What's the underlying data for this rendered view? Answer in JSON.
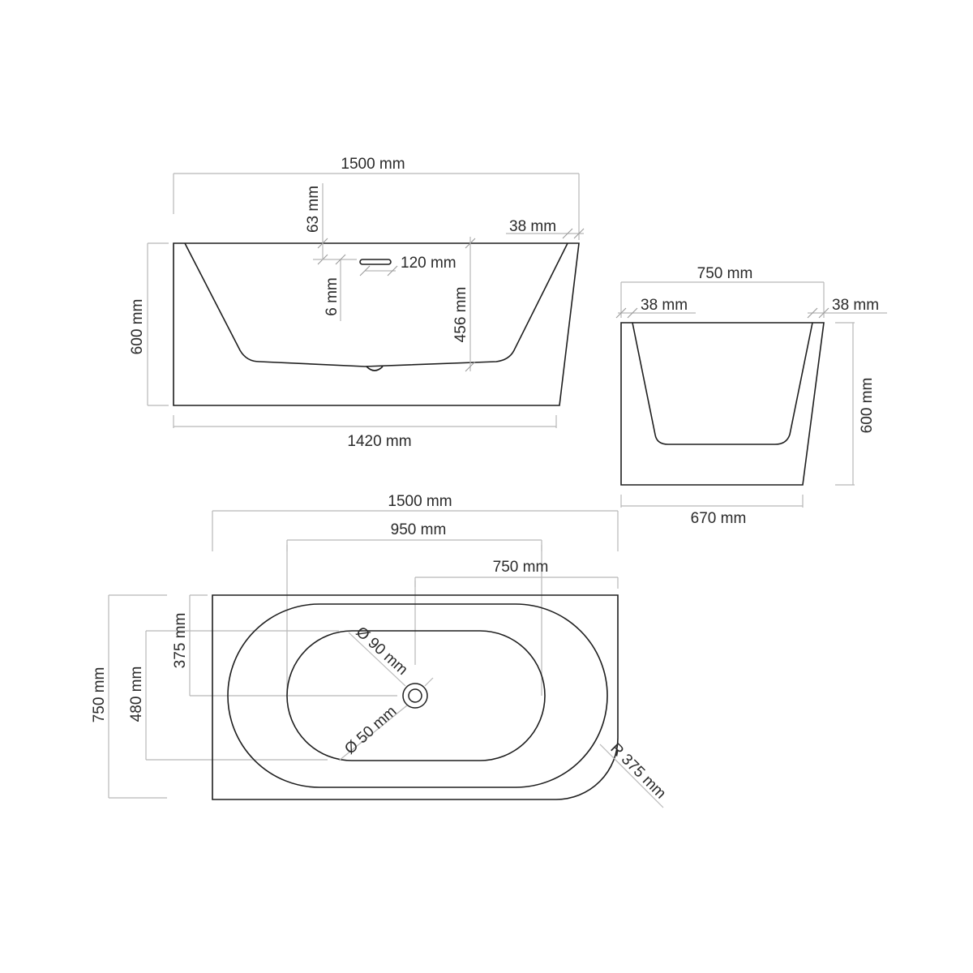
{
  "front_view": {
    "overall_length": "1500 mm",
    "base_length": "1420 mm",
    "height": "600 mm",
    "rim_to_overflow": "63 mm",
    "wall_thickness": "38 mm",
    "overflow_width": "120 mm",
    "overflow_height": "6 mm",
    "inner_depth": "456 mm"
  },
  "side_view": {
    "overall_width": "750 mm",
    "wall_left": "38 mm",
    "wall_right": "38 mm",
    "height": "600 mm",
    "base_width": "670 mm"
  },
  "top_view": {
    "overall_length": "1500 mm",
    "basin_length": "950 mm",
    "drain_offset": "750 mm",
    "overall_width": "750 mm",
    "basin_width": "480 mm",
    "drain_center": "375 mm",
    "drain_outer_diameter": "Ø 90 mm",
    "drain_inner_diameter": "Ø 50 mm",
    "corner_radius": "R 375 mm"
  }
}
